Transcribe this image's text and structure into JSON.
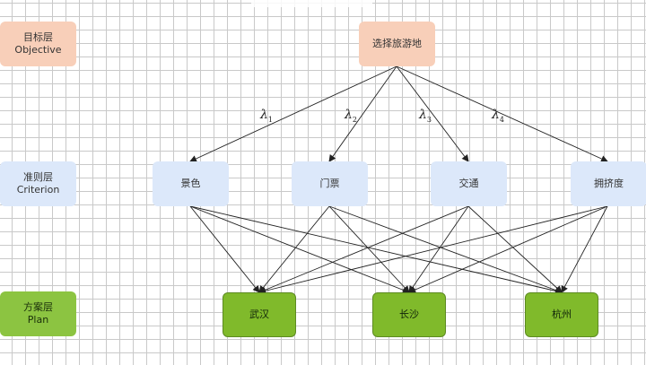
{
  "layers": {
    "objective": {
      "cn": "目标层",
      "en": "Objective"
    },
    "criterion": {
      "cn": "准则层",
      "en": "Criterion"
    },
    "plan": {
      "cn": "方案层",
      "en": "Plan"
    }
  },
  "goal": "选择旅游地",
  "criteria": [
    "景色",
    "门票",
    "交通",
    "拥挤度"
  ],
  "plans": [
    "武汉",
    "长沙",
    "杭州"
  ],
  "weights": [
    {
      "symbol": "λ",
      "index": "1"
    },
    {
      "symbol": "λ",
      "index": "2"
    },
    {
      "symbol": "λ",
      "index": "3"
    },
    {
      "symbol": "λ",
      "index": "4"
    }
  ]
}
